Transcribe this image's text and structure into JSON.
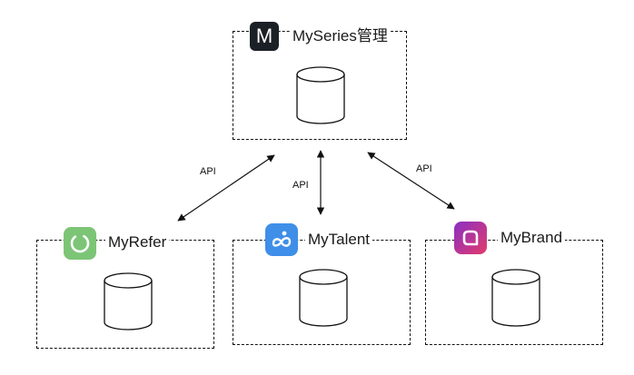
{
  "nodes": {
    "myseries": {
      "name": "MySeries管理",
      "logo_letter": "M",
      "logo_color": "#1b1f26",
      "icon": "m-letter-icon"
    },
    "myrefer": {
      "name": "MyRefer",
      "logo_color": "#7cc576",
      "icon": "ring-icon"
    },
    "mytalent": {
      "name": "MyTalent",
      "logo_color": "#3f8fe8",
      "icon": "infinity-person-icon"
    },
    "mybrand": {
      "name": "MyBrand",
      "logo_color": "#c2308f",
      "icon": "rounded-q-icon"
    }
  },
  "connections": [
    {
      "from": "myseries",
      "to": "myrefer",
      "label": "API",
      "bidirectional": true
    },
    {
      "from": "myseries",
      "to": "mytalent",
      "label": "API",
      "bidirectional": true
    },
    {
      "from": "myseries",
      "to": "mybrand",
      "label": "API",
      "bidirectional": true
    }
  ]
}
